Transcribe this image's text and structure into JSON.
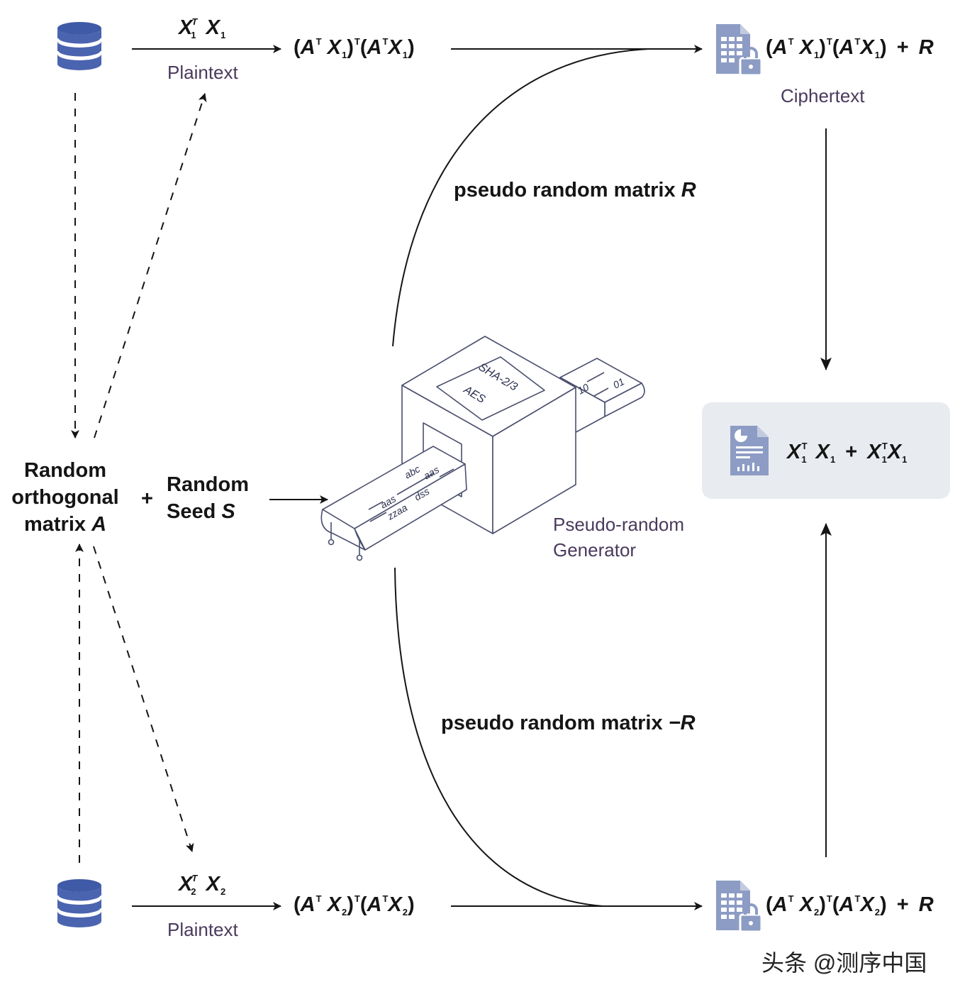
{
  "nodes": {
    "random_orthogonal_line1": "Random",
    "random_orthogonal_line2": "orthogonal",
    "random_orthogonal_line3": "matrix",
    "random_orthogonal_var": "A",
    "plus": "+",
    "random_seed_line1": "Random",
    "random_seed_line2": "Seed",
    "random_seed_var": "S",
    "plaintext_top": "Plaintext",
    "plaintext_bottom": "Plaintext",
    "ciphertext": "Ciphertext",
    "prg_line1": "Pseudo-random",
    "prg_line2": "Generator",
    "prg_box_top": "SHA-2/3",
    "prg_box_bottom": "AES",
    "belt_in_1": "abc",
    "belt_in_2": "aas",
    "belt_in_3": "aas",
    "belt_in_4": "dss",
    "belt_in_5": "zzaa",
    "belt_out_1": "10",
    "belt_out_2": "01"
  },
  "edges": {
    "pseudo_r_top": "pseudo random matrix",
    "pseudo_r_top_var": "R",
    "pseudo_r_bottom": "pseudo random matrix",
    "pseudo_r_bottom_var": "−R"
  },
  "formulas": {
    "x1_top_a": "X",
    "x1_top_a_sup": "T",
    "x1_top_a_sub": "1",
    "x1_top_b": "X",
    "x1_top_b_sub": "1",
    "x2_bot_a": "X",
    "x2_bot_a_sup": "T",
    "x2_bot_a_sub": "2",
    "x2_bot_b": "X",
    "x2_bot_b_sub": "2",
    "masked1": {
      "open": "(",
      "A": "A",
      "T": "T",
      "X": "X",
      "sub": "1",
      "close": ")",
      "outerT": "T",
      "open2": "(",
      "A2": "A",
      "T2": "T",
      "X2": "X",
      "sub2": "1",
      "close2": ")"
    },
    "masked2": {
      "open": "(",
      "A": "A",
      "T": "T",
      "X": "X",
      "sub": "2",
      "close": ")",
      "outerT": "T",
      "open2": "(",
      "A2": "A",
      "T2": "T",
      "X2": "X",
      "sub2": "2",
      "close2": ")"
    },
    "plus_r": "+",
    "r": "R",
    "result": {
      "x1": "X",
      "s1": "1",
      "T1": "T",
      "x2": "X",
      "s2": "1",
      "plus": "+",
      "x3": "X",
      "s3": "1",
      "T2": "T",
      "x4": "X",
      "s4": "1"
    }
  },
  "watermark": "头条 @测序中国",
  "colors": {
    "icon": "#8d9cc4",
    "icon_dark": "#3c5499",
    "box_bg": "#e8ebf0",
    "line": "#151515",
    "caption": "#4a3a5c",
    "machine": "#4a4f6e"
  },
  "icons": [
    "database-icon",
    "database-icon",
    "locked-spreadsheet-icon",
    "locked-spreadsheet-icon",
    "report-document-icon",
    "pseudo-random-generator-machine"
  ]
}
